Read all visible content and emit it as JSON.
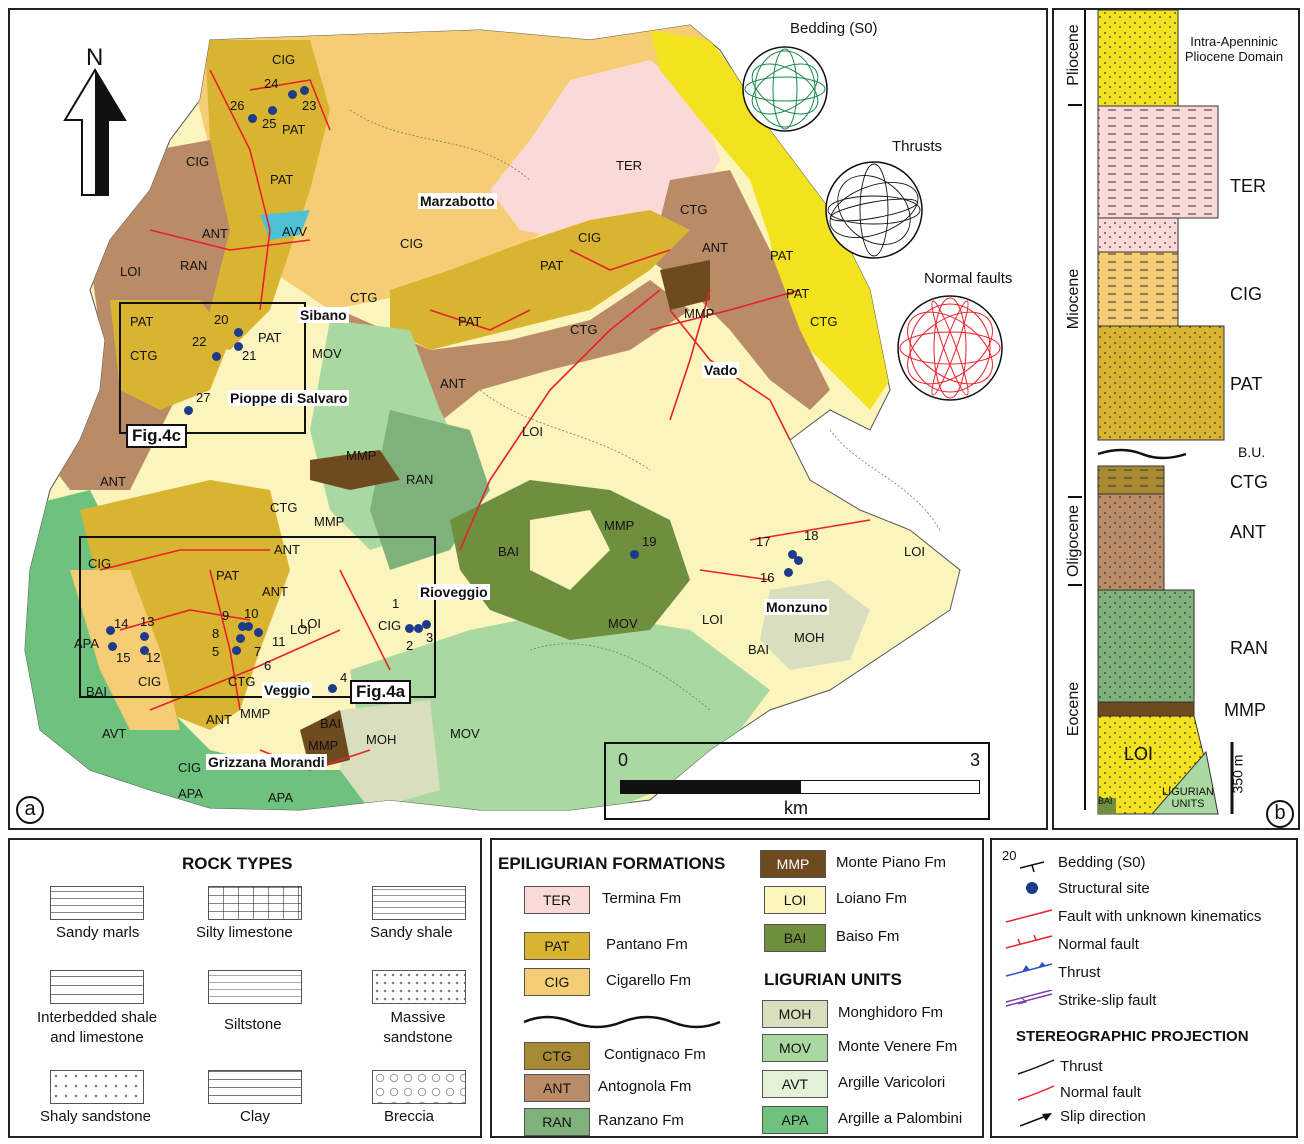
{
  "panel_a": {
    "label": "a",
    "north": "N",
    "scale": {
      "start": "0",
      "end": "3",
      "unit": "km"
    },
    "stereonets": [
      {
        "title": "Bedding (S0)",
        "color": "#1a8a4a"
      },
      {
        "title": "Thrusts",
        "color": "#111111"
      },
      {
        "title": "Normal faults",
        "color": "#e8202a"
      }
    ],
    "towns": [
      "Marzabotto",
      "Sibano",
      "Pioppe di Salvaro",
      "Vado",
      "Rioveggio",
      "Monzuno",
      "Veggio",
      "Grizzana Morandi"
    ],
    "inset_boxes": [
      "Fig.4c",
      "Fig.4a"
    ],
    "unit_labels": [
      "CIG",
      "PAT",
      "CIG",
      "PAT",
      "ANT",
      "AVV",
      "LOI",
      "RAN",
      "PAT",
      "CTG",
      "PAT",
      "ANT",
      "TER",
      "CIG",
      "CTG",
      "CIG",
      "PAT",
      "PAT",
      "ANT",
      "CTG",
      "PAT",
      "CTG",
      "CTG",
      "PAT",
      "MMP",
      "MOV",
      "ANT",
      "LOI",
      "MMP",
      "RAN",
      "CTG",
      "MMP",
      "ANT",
      "CIG",
      "PAT",
      "ANT",
      "LOI",
      "BAI",
      "MMP",
      "LOI",
      "CIG",
      "APA",
      "BAI",
      "CIG",
      "CTG",
      "ANT",
      "MMP",
      "BAI",
      "MMP",
      "AVT",
      "CIG",
      "APA",
      "APA",
      "MOH",
      "MOV",
      "MOV",
      "LOI",
      "MOH",
      "BAI",
      "LOI"
    ],
    "sites": [
      "1",
      "2",
      "3",
      "4",
      "5",
      "6",
      "7",
      "8",
      "9",
      "10",
      "11",
      "12",
      "13",
      "14",
      "15",
      "16",
      "17",
      "18",
      "19",
      "20",
      "21",
      "22",
      "23",
      "24",
      "25",
      "26",
      "27"
    ]
  },
  "panel_b": {
    "label": "b",
    "epochs": [
      "Pliocene",
      "Miocene",
      "Oligocene",
      "Eocene"
    ],
    "units": [
      "TER",
      "CIG",
      "PAT",
      "CTG",
      "ANT",
      "RAN",
      "MMP"
    ],
    "top_domain": "Intra-Apenninic Pliocene Domain",
    "bu": "B.U.",
    "loi": "LOI",
    "bai": "BAI",
    "ligurian": "LIGURIAN UNITS",
    "thickness": "350 m"
  },
  "legend_rock": {
    "title": "ROCK TYPES",
    "items": [
      "Sandy marls",
      "Silty limestone",
      "Sandy shale",
      "Interbedded shale and limestone",
      "Siltstone",
      "Massive sandstone",
      "Shaly sandstone",
      "Clay",
      "Breccia"
    ]
  },
  "legend_formations": {
    "title_epi": "EPILIGURIAN FORMATIONS",
    "title_lig": "LIGURIAN UNITS",
    "items": [
      {
        "code": "TER",
        "name": "Termina Fm",
        "color": "#fbd9d6"
      },
      {
        "code": "PAT",
        "name": "Pantano Fm",
        "color": "#d9b431"
      },
      {
        "code": "CIG",
        "name": "Cigarello Fm",
        "color": "#f5cd74"
      },
      {
        "code": "CTG",
        "name": "Contignaco Fm",
        "color": "#a88a35"
      },
      {
        "code": "ANT",
        "name": "Antognola Fm",
        "color": "#b98c67"
      },
      {
        "code": "RAN",
        "name": "Ranzano Fm",
        "color": "#7fb27a"
      },
      {
        "code": "MMP",
        "name": "Monte Piano Fm",
        "color": "#6e4a1f"
      },
      {
        "code": "LOI",
        "name": "Loiano Fm",
        "color": "#fbf4bd"
      },
      {
        "code": "BAI",
        "name": "Baiso Fm",
        "color": "#6f8e3e"
      },
      {
        "code": "MOH",
        "name": "Monghidoro Fm",
        "color": "#d9dfbe"
      },
      {
        "code": "MOV",
        "name": "Monte Venere Fm",
        "color": "#a9d8a0"
      },
      {
        "code": "AVT",
        "name": "Argille Varicolori",
        "color": "#e3f1d9"
      },
      {
        "code": "APA",
        "name": "Argille a Palombini",
        "color": "#6ec27d"
      }
    ]
  },
  "legend_symbols": {
    "bedding_dip": "20",
    "items": [
      "Bedding (S0)",
      "Structural site",
      "Fault with unknown kinematics",
      "Normal fault",
      "Thrust",
      "Strike-slip fault"
    ],
    "stereo_title": "STEREOGRAPHIC PROJECTION",
    "stereo_items": [
      "Thrust",
      "Normal fault",
      "Slip direction"
    ]
  }
}
